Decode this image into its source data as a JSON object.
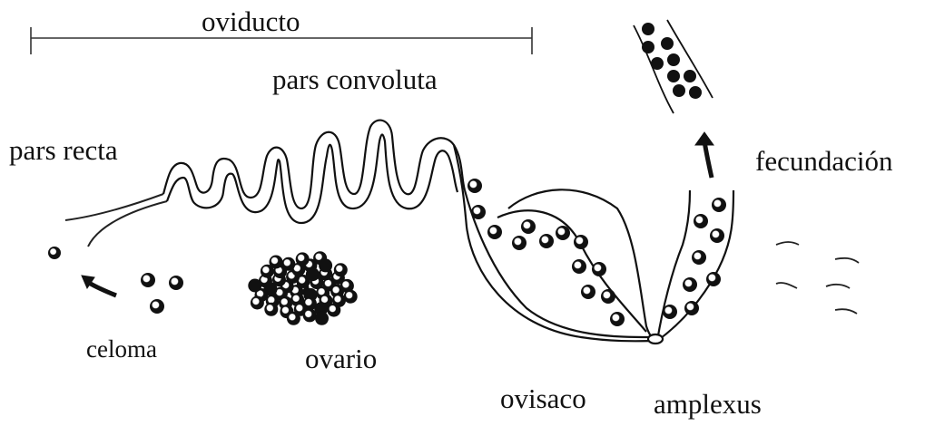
{
  "labels": {
    "oviducto": "oviducto",
    "pars_convoluta": "pars convoluta",
    "pars_recta": "pars recta",
    "fecundacion": "fecundación",
    "celoma": "celoma",
    "ovario": "ovario",
    "ovisaco": "ovisaco",
    "amplexus": "amplexus"
  },
  "colors": {
    "ink": "#111111",
    "egg_fill": "#1a1a1a",
    "background": "#ffffff"
  }
}
